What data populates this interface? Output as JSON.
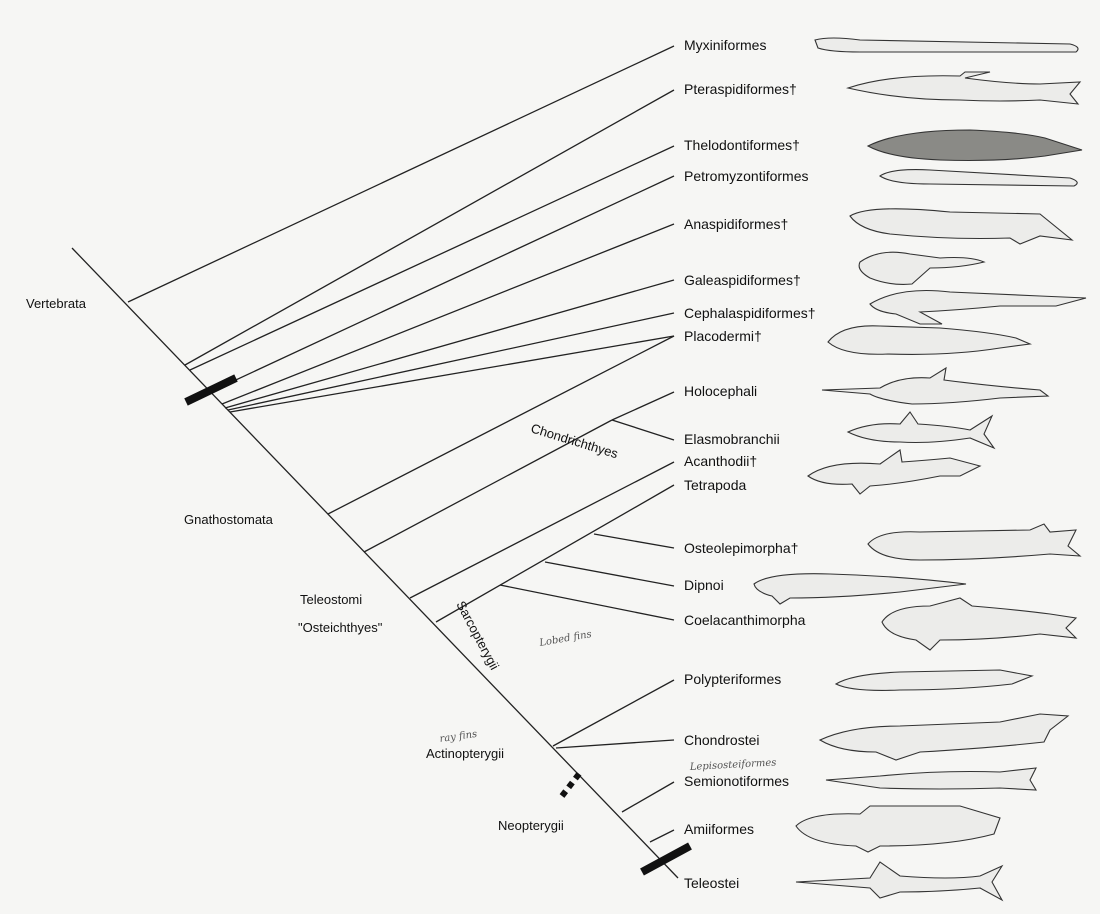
{
  "taxa": [
    {
      "id": "myxiniformes",
      "label": "Myxiniformes"
    },
    {
      "id": "pteraspidiformes",
      "label": "Pteraspidiformes†"
    },
    {
      "id": "thelodontiformes",
      "label": "Thelodontiformes†"
    },
    {
      "id": "petromyzontiformes",
      "label": "Petromyzontiformes"
    },
    {
      "id": "anaspidiformes",
      "label": "Anaspidiformes†"
    },
    {
      "id": "galeaspidiformes",
      "label": "Galeaspidiformes†"
    },
    {
      "id": "cephalaspidiformes",
      "label": "Cephalaspidiformes†"
    },
    {
      "id": "placodermi",
      "label": "Placodermi†"
    },
    {
      "id": "holocephali",
      "label": "Holocephali"
    },
    {
      "id": "elasmobranchii",
      "label": "Elasmobranchii"
    },
    {
      "id": "acanthodii",
      "label": "Acanthodii†"
    },
    {
      "id": "tetrapoda",
      "label": "Tetrapoda"
    },
    {
      "id": "osteolepimorpha",
      "label": "Osteolepimorpha†"
    },
    {
      "id": "dipnoi",
      "label": "Dipnoi"
    },
    {
      "id": "coelacanthimorpha",
      "label": "Coelacanthimorpha"
    },
    {
      "id": "polypteriformes",
      "label": "Polypteriformes"
    },
    {
      "id": "chondrostei",
      "label": "Chondrostei"
    },
    {
      "id": "semionotiformes",
      "label": "Semionotiformes"
    },
    {
      "id": "amiiformes",
      "label": "Amiiformes"
    },
    {
      "id": "teleostei",
      "label": "Teleostei"
    }
  ],
  "clades": {
    "vertebrata": "Vertebrata",
    "gnathostomata": "Gnathostomata",
    "teleostomi": "Teleostomi",
    "osteichthyes": "\"Osteichthyes\"",
    "actinopterygii": "Actinopterygii",
    "neopterygii": "Neopterygii",
    "chondrichthyes": "Chondrichthyes",
    "sarcopterygii": "Sarcopterygii"
  },
  "handwritten_notes": {
    "lobed_fins": "Lobed fins",
    "ray_fins": "ray fins",
    "lepisosteiformes": "Lepisosteiformes"
  },
  "markers": [
    "solid-bar-cyclostome-node",
    "dashed-bar-neopterygii-node",
    "solid-bar-teleostei-node"
  ]
}
